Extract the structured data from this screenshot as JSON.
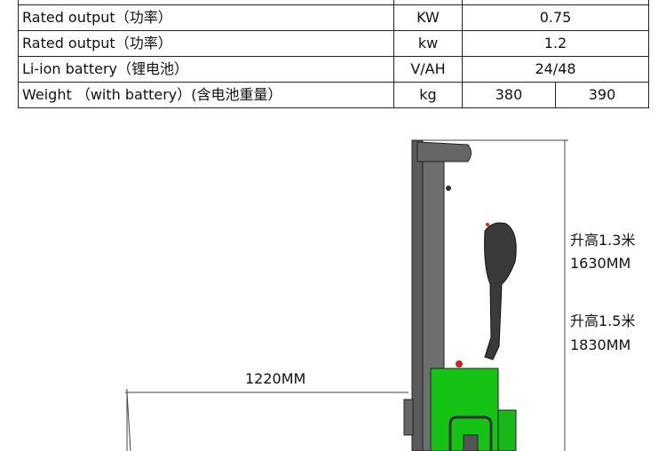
{
  "spec_table": {
    "rows": [
      {
        "label": "",
        "unit": "",
        "values": [
          ""
        ]
      },
      {
        "label": "Rated output（功率）",
        "unit": "KW",
        "values": [
          "0.75"
        ]
      },
      {
        "label": "Rated output（功率）",
        "unit": "kw",
        "values": [
          "1.2"
        ]
      },
      {
        "label": "Li-ion battery（锂电池）",
        "unit": "V/AH",
        "values": [
          "24/48"
        ]
      },
      {
        "label": "Weight （with battery）(含电池重量）",
        "unit": "kg",
        "values": [
          "380",
          "390"
        ]
      }
    ]
  },
  "drawing": {
    "length_label": "1220MM",
    "height_option_1_title": "升高1.3米",
    "height_option_1_value": "1630MM",
    "height_option_2_title": "升高1.5米",
    "height_option_2_value": "1830MM",
    "body_color": "#14c314"
  }
}
